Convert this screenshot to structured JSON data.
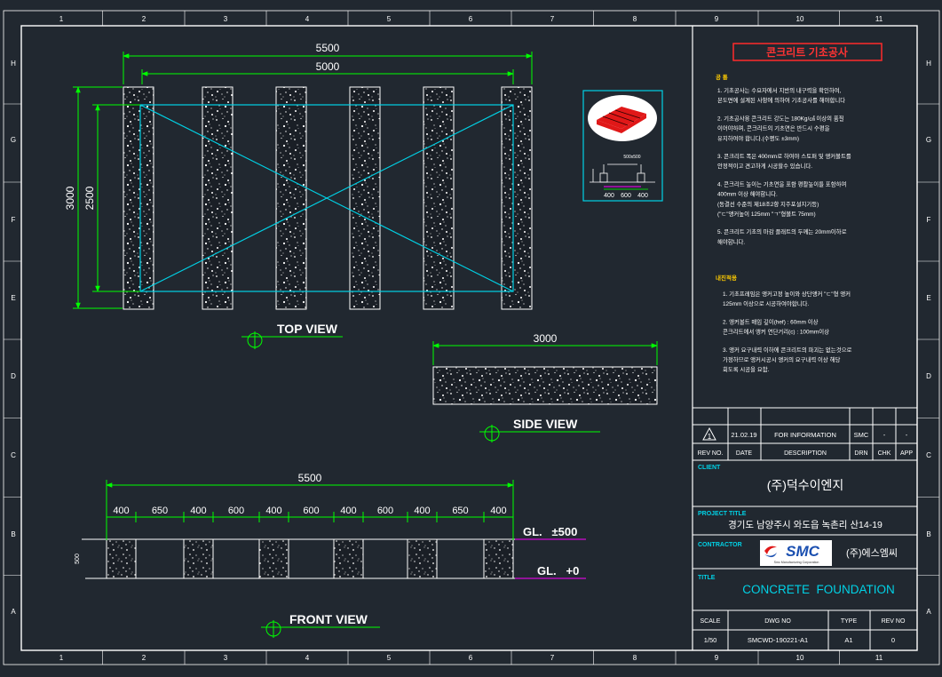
{
  "frame": {
    "col_labels": [
      "1",
      "2",
      "3",
      "4",
      "5",
      "6",
      "7",
      "8",
      "9",
      "10",
      "11"
    ],
    "row_labels": [
      "H",
      "G",
      "F",
      "E",
      "D",
      "C",
      "B",
      "A"
    ]
  },
  "top_view": {
    "title": "TOP VIEW",
    "dim_outer": "5500",
    "dim_inner": "5000",
    "dim_height_outer": "3000",
    "dim_height_inner": "2500"
  },
  "side_view": {
    "title": "SIDE VIEW",
    "dim": "3000"
  },
  "front_view": {
    "title": "FRONT VIEW",
    "dim_total": "5500",
    "segments": [
      "400",
      "650",
      "400",
      "600",
      "400",
      "600",
      "400",
      "600",
      "400",
      "650",
      "400"
    ],
    "gl_top": "GL.   ±500",
    "gl_bottom": "GL.   +0",
    "height_label": "500"
  },
  "iso_inset": {
    "dims": [
      "400",
      "600",
      "400"
    ],
    "note": "500x500"
  },
  "notes": {
    "title": "콘크리트 기초공사",
    "section1_head": "공  통",
    "items1": [
      [
        "1. 기초공사는 수요자에서 지반의 내구력을 확인하여,",
        "    본도면에 설계된 사항에 의하여 기초공사를 해야합니다"
      ],
      [
        "2. 기초공사용 콘크리트 강도는 180Kg/㎠ 이상의 품질",
        "    이어야하며, 콘크리트의 기초면은 반드시 수평을",
        "    유지하여야 합니다.(수평도 ±3mm)"
      ],
      [
        "3. 콘크리트 폭은 400mm로 하여야 스토퍼 및 앵커볼트를",
        "    안정적이고 견고하게 시공할수 있습니다."
      ],
      [
        "4. 콘크리트 높이는 기초면을 포함 평활높이를 포함하여",
        "    400mm 이상 해야합니다.",
        "    (동결선 수준의 제18조2항 지주포설지기등)",
        "    (\"ㄷ\"앵커높이 125mm \"ㄱ\"형볼트 75mm)"
      ],
      [
        "5. 콘크리트 기초의 마감 플래트의 두께는 20mm이하로",
        "    해야합니다."
      ]
    ],
    "section2_head": "내진적용",
    "items2": [
      [
        "1. 기초프레임은 앵커고정 높이와 상단앵커 \"ㄷ\"형 앵커",
        "    125mm 이상으로 시공하여야합니다."
      ],
      [
        "2. 앵커볼트 매입 깊이(hef) :  60mm 이상",
        "    콘크리트에서 앵커 연단거리(c) : 100mm이상"
      ],
      [
        "3. 앵커 요구내력 이하에 콘크리트의 파괴는 없는것으로",
        "    가정하므로 앵커시공시 앵커의  요구내력 이상 해당",
        "    회도록 시공을 요함."
      ]
    ]
  },
  "title_block": {
    "rev_row": {
      "mark": "1",
      "date": "21.02.19",
      "desc": "FOR INFORMATION",
      "drn": "SMC",
      "chk": "-",
      "app": "-"
    },
    "rev_head": {
      "rev": "REV NO.",
      "date": "DATE",
      "desc": "DESCRIPTION",
      "drn": "DRN",
      "chk": "CHK",
      "app": "APP"
    },
    "client_label": "CLIENT",
    "client": "(주)덕수이엔지",
    "project_label": "PROJECT TITLE",
    "project": "경기도 남양주시 와도읍 녹촌리 산14-19",
    "contractor_label": "CONTRACTOR",
    "logo_text": "SMC",
    "logo_sub": "Smc Manufacturing Corporation",
    "contractor": "(주)에스엠씨",
    "title_label": "TITLE",
    "title": "CONCRETE  FOUNDATION",
    "foot_head": {
      "scale": "SCALE",
      "dwg": "DWG NO",
      "type": "TYPE",
      "rev": "REV NO"
    },
    "foot_val": {
      "scale": "1/50",
      "dwg": "SMCWD-190221-A1",
      "type": "A1",
      "rev": "0"
    }
  },
  "colors": {
    "bg": "#212830",
    "line": "#ffffff",
    "dim": "#00ff00",
    "cyan": "#00d2e6",
    "red": "#ff2a2a",
    "magenta": "#ff00ff",
    "title_cyan": "#00d2e6"
  }
}
